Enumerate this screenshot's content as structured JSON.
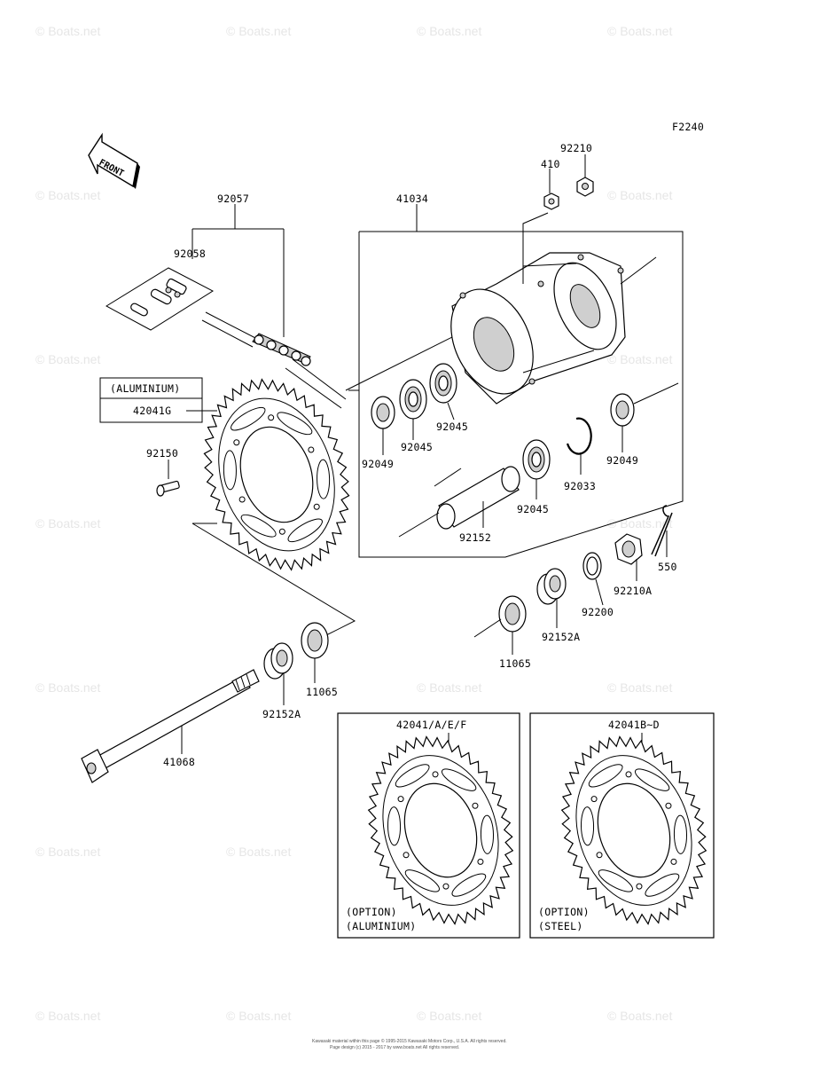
{
  "figure_code": "F2240",
  "front_arrow_label": "FRONT",
  "watermark": "© Boats.net",
  "footer": {
    "line1": "Kawasaki material within this page © 1995-2015 Kawasaki Motors Corp., U.S.A. All rights reserved.",
    "line2": "Page design (c) 2015 - 2017 by www.boats.net All rights reserved."
  },
  "labels": {
    "p92057": "92057",
    "p92058": "92058",
    "p41034": "41034",
    "p410": "410",
    "p92210": "92210",
    "aluminium_box_title": "(ALUMINIUM)",
    "p42041G": "42041G",
    "p92150": "92150",
    "p92049_left": "92049",
    "p92045_a": "92045",
    "p92045_b": "92045",
    "p92045_c": "92045",
    "p92049_right": "92049",
    "p92033": "92033",
    "p92152": "92152",
    "p550": "550",
    "p92210A": "92210A",
    "p92200": "92200",
    "p92152A_right": "92152A",
    "p11065_right": "11065",
    "p11065_left": "11065",
    "p92152A_left": "92152A",
    "p41068": "41068"
  },
  "options": [
    {
      "part": "42041/A/E/F",
      "line1": "(OPTION)",
      "line2": "(ALUMINIUM)"
    },
    {
      "part": "42041B~D",
      "line1": "(OPTION)",
      "line2": "(STEEL)"
    }
  ]
}
